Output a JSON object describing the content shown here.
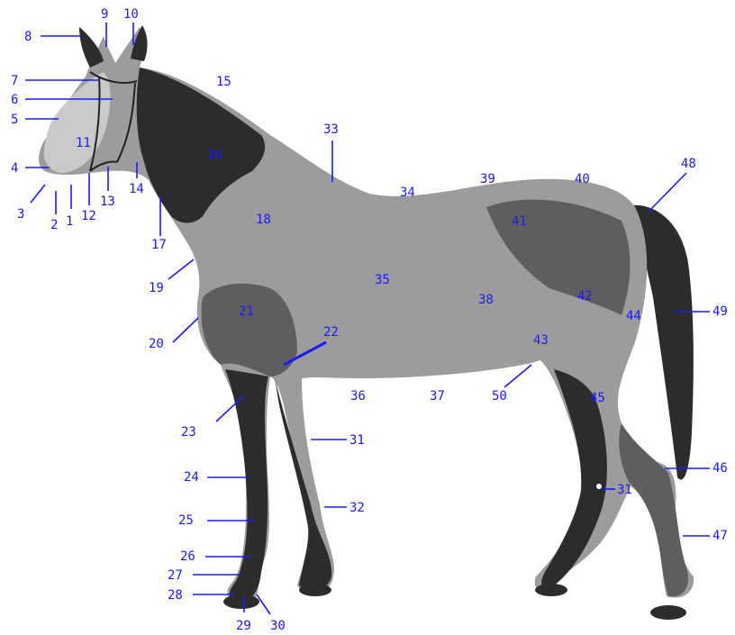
{
  "labels": [
    "1",
    "2",
    "3",
    "4",
    "5",
    "6",
    "7",
    "8",
    "9",
    "10",
    "11",
    "12",
    "13",
    "14",
    "15",
    "16",
    "17",
    "18",
    "19",
    "20",
    "21",
    "22",
    "23",
    "24",
    "25",
    "26",
    "27",
    "28",
    "29",
    "30",
    "31",
    "31",
    "32",
    "33",
    "34",
    "35",
    "36",
    "37",
    "38",
    "39",
    "40",
    "41",
    "42",
    "43",
    "44",
    "45",
    "46",
    "47",
    "48",
    "49",
    "50"
  ]
}
